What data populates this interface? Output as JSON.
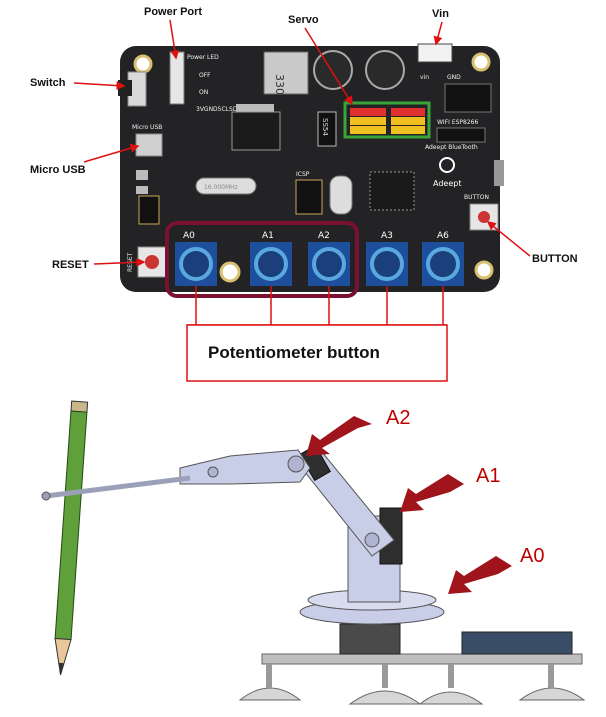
{
  "board": {
    "callouts": {
      "power_port": "Power Port",
      "servo": "Servo",
      "vin": "Vin",
      "switch": "Switch",
      "micro_usb": "Micro USB",
      "reset": "RESET",
      "button": "BUTTON"
    },
    "silkscreen": {
      "power_led": "Power LED",
      "off": "OFF",
      "on": "ON",
      "micro_usb": "Micro USB",
      "chip_330": "330",
      "ss54": "SS54",
      "wifi": "WIFI ESP8266",
      "bluetooth": "Adeept BlueTooth",
      "brand": "Adeept",
      "icsp": "ICSP",
      "button": "BUTTON",
      "reset": "RESET",
      "gnd": "GND",
      "vin": "vin",
      "part_code": "3VGND5CLSDA",
      "crystal": "16.000MHz"
    },
    "potentiometers": [
      "A0",
      "A1",
      "A2",
      "A3",
      "A6"
    ],
    "potentiometer_caption": "Potentiometer button"
  },
  "arm": {
    "labels": [
      "A2",
      "A1",
      "A0"
    ]
  },
  "colors": {
    "pcb": "#232325",
    "pot_blue": "#1e4f9c",
    "pot_ring": "#5aa8e0",
    "highlight": "#7a1131",
    "arrow": "#a0141c",
    "servo_green": "#3aa63a",
    "arm_metal": "#c8cde8"
  }
}
